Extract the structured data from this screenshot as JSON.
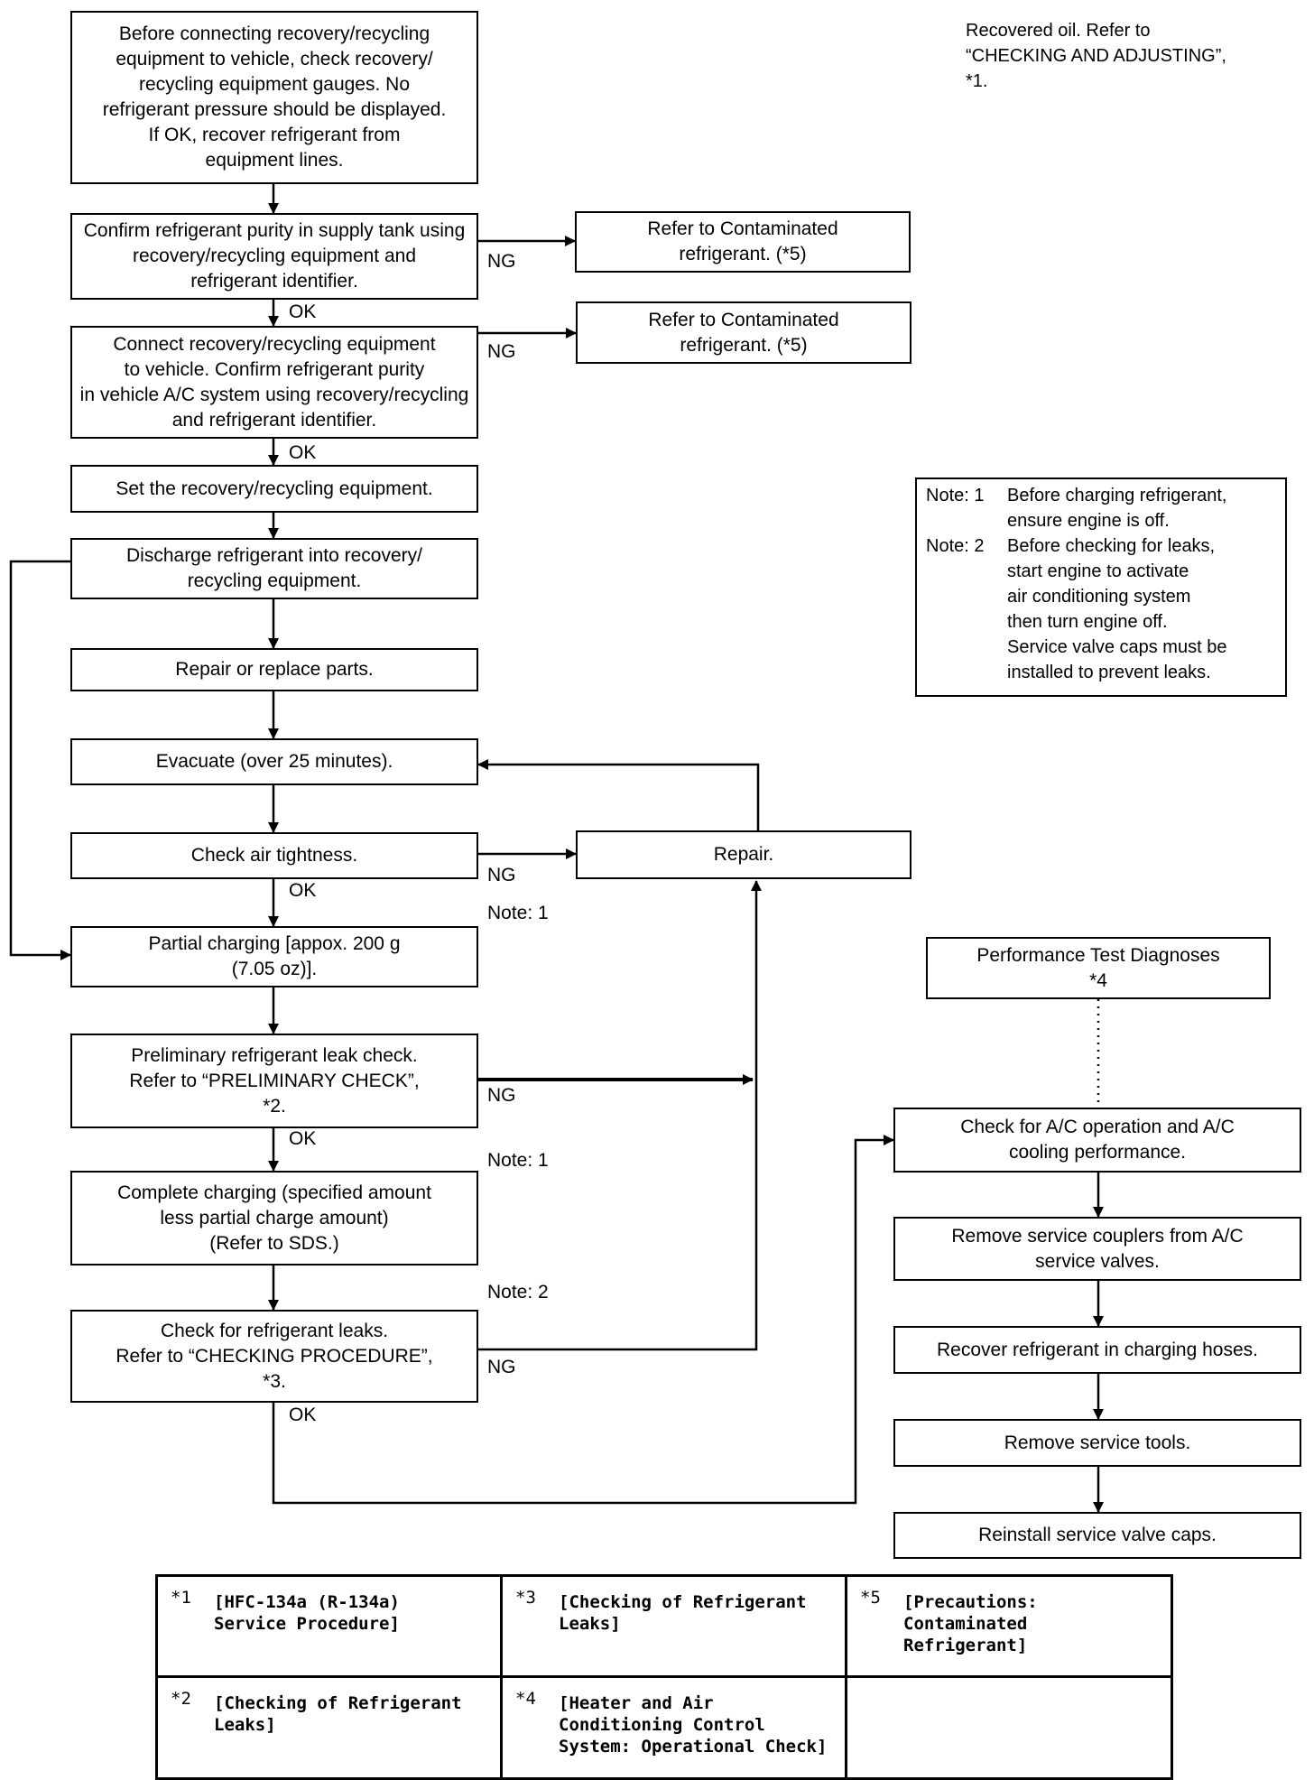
{
  "flow": {
    "top_note": "Recovered oil. Refer to\n“CHECKING AND ADJUSTING”,\n*1.",
    "steps": {
      "s1": "Before connecting recovery/recycling\nequipment to vehicle, check recovery/\nrecycling equipment gauges. No\nrefrigerant pressure should be displayed.\nIf OK, recover refrigerant from\nequipment lines.",
      "s2": "Confirm refrigerant purity in supply tank using\nrecovery/recycling equipment and\nrefrigerant identifier.",
      "s3": "Connect recovery/recycling equipment\nto vehicle. Confirm refrigerant purity\nin vehicle A/C system using recovery/recycling\nand refrigerant identifier.",
      "s4": "Set the recovery/recycling equipment.",
      "s5": "Discharge refrigerant into recovery/\nrecycling equipment.",
      "s6": "Repair or replace parts.",
      "s7": "Evacuate (over 25 minutes).",
      "s8": "Check air tightness.",
      "s9": "Partial charging [appox. 200 g\n(7.05 oz)].",
      "s10": "Preliminary refrigerant leak check.\nRefer to “PRELIMINARY CHECK”,\n*2.",
      "s11": "Complete charging (specified amount\nless partial charge amount)\n(Refer to SDS.)",
      "s12": "Check for refrigerant leaks.\nRefer to “CHECKING PROCEDURE”,\n*3.",
      "cont1": "Refer to Contaminated\nrefrigerant. (*5)",
      "cont2": "Refer to Contaminated\nrefrigerant. (*5)",
      "repair": "Repair.",
      "perf": "Performance Test Diagnoses\n*4",
      "r1": "Check for A/C operation and A/C\ncooling performance.",
      "r2": "Remove service couplers from A/C\nservice valves.",
      "r3": "Recover refrigerant in charging hoses.",
      "r4": "Remove service tools.",
      "r5": "Reinstall service valve caps."
    },
    "labels": {
      "ok": "OK",
      "ng": "NG",
      "note1": "Note: 1",
      "note2": "Note: 2"
    },
    "notes_box": {
      "n1_head": "Note: 1",
      "n1_text": "Before charging refrigerant,\nensure engine is off.",
      "n2_head": "Note: 2",
      "n2_text": "Before checking for leaks,\nstart engine to activate\nair conditioning system\nthen turn engine off.\nService valve caps must be\ninstalled to prevent leaks."
    }
  },
  "legend": [
    {
      "ref": "*1",
      "text": "[HFC-134a (R-134a)\nService Procedure]"
    },
    {
      "ref": "*3",
      "text": "[Checking of Refrigerant\nLeaks]"
    },
    {
      "ref": "*5",
      "text": "[Precautions:\nContaminated\nRefrigerant]"
    },
    {
      "ref": "*2",
      "text": "[Checking of Refrigerant\nLeaks]"
    },
    {
      "ref": "*4",
      "text": "[Heater and Air\nConditioning Control\nSystem: Operational Check]"
    },
    {
      "ref": "",
      "text": ""
    }
  ]
}
